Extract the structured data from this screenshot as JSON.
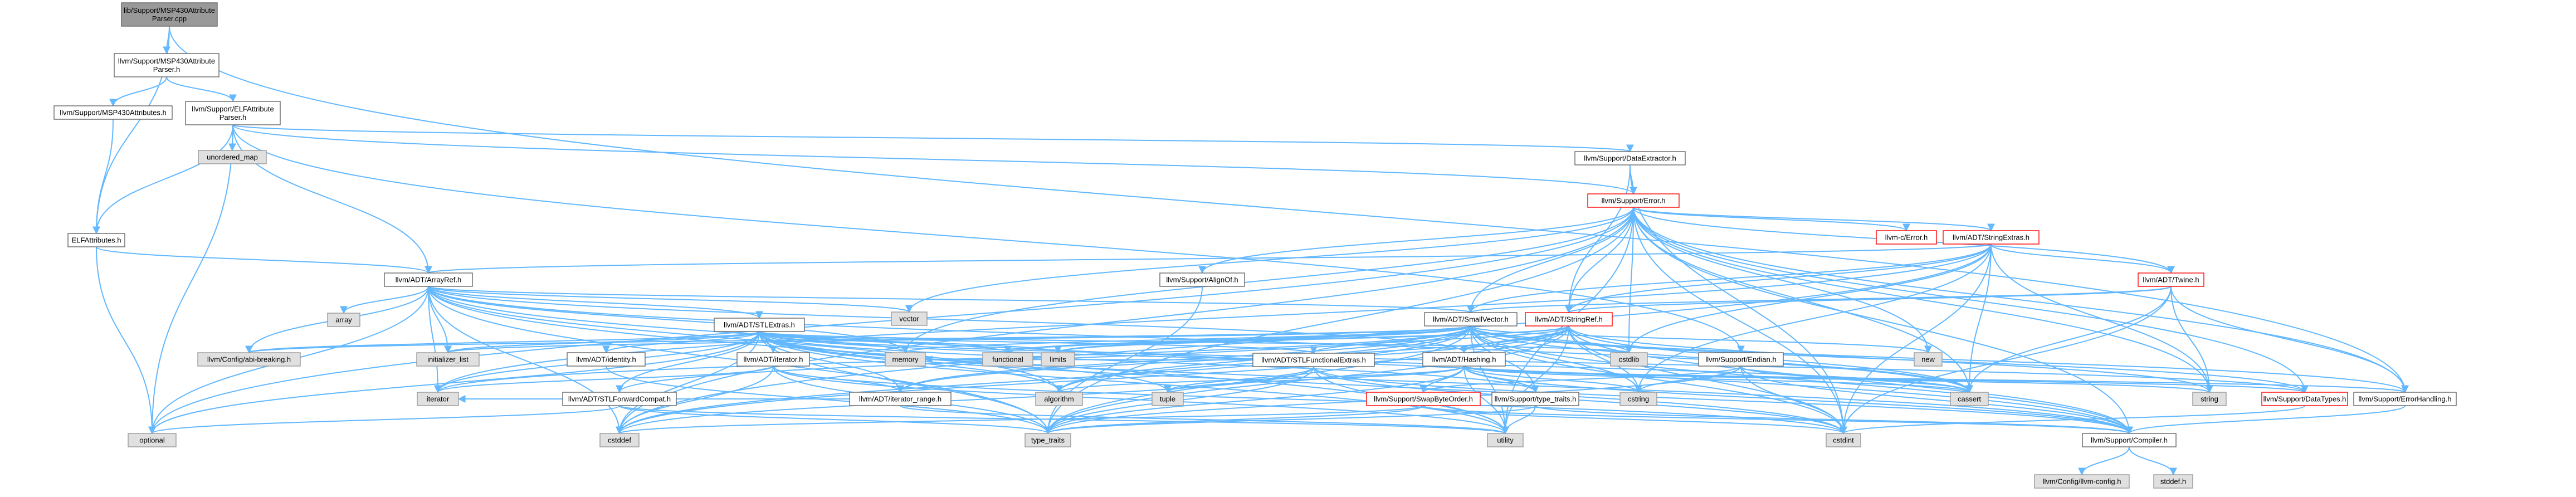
{
  "diagram": {
    "title": "",
    "colors": {
      "edge": "#63b8ff",
      "root_fill": "#999999",
      "root_stroke": "#666666",
      "default_fill": "#ffffff",
      "default_stroke": "#666666",
      "system_fill": "#e0e0e0",
      "system_stroke": "#999999",
      "highlight_stroke": "#ff0000"
    },
    "nodes": [
      {
        "id": "n0",
        "label": "lib/Support/MSP430Attribute\nParser.cpp",
        "kind": "root"
      },
      {
        "id": "n1",
        "label": "llvm/Support/MSP430Attribute\nParser.h",
        "kind": "default"
      },
      {
        "id": "n2",
        "label": "llvm/Support/MSP430Attributes.h",
        "kind": "default"
      },
      {
        "id": "n3",
        "label": "llvm/Support/ELFAttribute\nParser.h",
        "kind": "default"
      },
      {
        "id": "n4",
        "label": "unordered_map",
        "kind": "system"
      },
      {
        "id": "n5",
        "label": "ELFAttributes.h",
        "kind": "default"
      },
      {
        "id": "n6",
        "label": "llvm/Support/DataExtractor.h",
        "kind": "default"
      },
      {
        "id": "n7",
        "label": "llvm/Support/Error.h",
        "kind": "highlight"
      },
      {
        "id": "n8",
        "label": "llvm-c/Error.h",
        "kind": "highlight"
      },
      {
        "id": "n9",
        "label": "llvm/ADT/StringExtras.h",
        "kind": "highlight"
      },
      {
        "id": "n10",
        "label": "llvm/ADT/ArrayRef.h",
        "kind": "default"
      },
      {
        "id": "n11",
        "label": "vector",
        "kind": "system"
      },
      {
        "id": "n12",
        "label": "llvm/Support/AlignOf.h",
        "kind": "default"
      },
      {
        "id": "n13",
        "label": "llvm/ADT/Twine.h",
        "kind": "highlight"
      },
      {
        "id": "n14",
        "label": "array",
        "kind": "system"
      },
      {
        "id": "n15",
        "label": "llvm/ADT/SmallVector.h",
        "kind": "default"
      },
      {
        "id": "n16",
        "label": "llvm/ADT/StringRef.h",
        "kind": "highlight"
      },
      {
        "id": "n17",
        "label": "llvm/ADT/STLExtras.h",
        "kind": "default"
      },
      {
        "id": "n18",
        "label": "llvm/Config/abi-breaking.h",
        "kind": "system"
      },
      {
        "id": "n19",
        "label": "initializer_list",
        "kind": "system"
      },
      {
        "id": "n20",
        "label": "llvm/ADT/identity.h",
        "kind": "default"
      },
      {
        "id": "n21",
        "label": "llvm/ADT/iterator.h",
        "kind": "default"
      },
      {
        "id": "n22",
        "label": "memory",
        "kind": "system"
      },
      {
        "id": "n23",
        "label": "functional",
        "kind": "system"
      },
      {
        "id": "n24",
        "label": "limits",
        "kind": "system"
      },
      {
        "id": "n25",
        "label": "llvm/ADT/STLFunctionalExtras.h",
        "kind": "default"
      },
      {
        "id": "n26",
        "label": "llvm/ADT/Hashing.h",
        "kind": "default"
      },
      {
        "id": "n27",
        "label": "cstdlib",
        "kind": "system"
      },
      {
        "id": "n28",
        "label": "llvm/Support/Endian.h",
        "kind": "default"
      },
      {
        "id": "n29",
        "label": "new",
        "kind": "system"
      },
      {
        "id": "n30",
        "label": "iterator",
        "kind": "system"
      },
      {
        "id": "n31",
        "label": "llvm/ADT/STLForwardCompat.h",
        "kind": "default"
      },
      {
        "id": "n32",
        "label": "algorithm",
        "kind": "system"
      },
      {
        "id": "n33",
        "label": "llvm/ADT/iterator_range.h",
        "kind": "default"
      },
      {
        "id": "n34",
        "label": "tuple",
        "kind": "system"
      },
      {
        "id": "n35",
        "label": "cstring",
        "kind": "system"
      },
      {
        "id": "n36",
        "label": "llvm/Support/SwapByteOrder.h",
        "kind": "highlight"
      },
      {
        "id": "n37",
        "label": "llvm/Support/type_traits.h",
        "kind": "default"
      },
      {
        "id": "n38",
        "label": "cassert",
        "kind": "system"
      },
      {
        "id": "n39",
        "label": "string",
        "kind": "system"
      },
      {
        "id": "n40",
        "label": "llvm/Support/DataTypes.h",
        "kind": "highlight"
      },
      {
        "id": "n41",
        "label": "llvm/Support/ErrorHandling.h",
        "kind": "default"
      },
      {
        "id": "n42",
        "label": "optional",
        "kind": "system"
      },
      {
        "id": "n43",
        "label": "cstddef",
        "kind": "system"
      },
      {
        "id": "n44",
        "label": "type_traits",
        "kind": "system"
      },
      {
        "id": "n45",
        "label": "utility",
        "kind": "system"
      },
      {
        "id": "n46",
        "label": "cstdint",
        "kind": "system"
      },
      {
        "id": "n47",
        "label": "llvm/Support/Compiler.h",
        "kind": "default"
      },
      {
        "id": "n48",
        "label": "llvm/Config/llvm-config.h",
        "kind": "system"
      },
      {
        "id": "n49",
        "label": "stddef.h",
        "kind": "system"
      }
    ],
    "edges": [
      [
        "n0",
        "n1"
      ],
      [
        "n0",
        "n5"
      ],
      [
        "n0",
        "n41"
      ],
      [
        "n1",
        "n2"
      ],
      [
        "n1",
        "n3"
      ],
      [
        "n2",
        "n5"
      ],
      [
        "n3",
        "n4"
      ],
      [
        "n3",
        "n5"
      ],
      [
        "n3",
        "n10"
      ],
      [
        "n3",
        "n6"
      ],
      [
        "n3",
        "n7"
      ],
      [
        "n3",
        "n42"
      ],
      [
        "n3",
        "n28"
      ],
      [
        "n5",
        "n10"
      ],
      [
        "n5",
        "n42"
      ],
      [
        "n6",
        "n7"
      ],
      [
        "n6",
        "n16"
      ],
      [
        "n6",
        "n46"
      ],
      [
        "n7",
        "n8"
      ],
      [
        "n7",
        "n9"
      ],
      [
        "n7",
        "n12"
      ],
      [
        "n7",
        "n13"
      ],
      [
        "n7",
        "n15"
      ],
      [
        "n7",
        "n16"
      ],
      [
        "n7",
        "n11"
      ],
      [
        "n7",
        "n22"
      ],
      [
        "n7",
        "n27"
      ],
      [
        "n7",
        "n29"
      ],
      [
        "n7",
        "n38"
      ],
      [
        "n7",
        "n39"
      ],
      [
        "n7",
        "n41"
      ],
      [
        "n7",
        "n47"
      ],
      [
        "n7",
        "n40"
      ],
      [
        "n7",
        "n44"
      ],
      [
        "n7",
        "n45"
      ],
      [
        "n7",
        "n43"
      ],
      [
        "n7",
        "n42"
      ],
      [
        "n7",
        "n46"
      ],
      [
        "n9",
        "n10"
      ],
      [
        "n9",
        "n13"
      ],
      [
        "n9",
        "n15"
      ],
      [
        "n9",
        "n16"
      ],
      [
        "n9",
        "n30"
      ],
      [
        "n9",
        "n35"
      ],
      [
        "n9",
        "n39"
      ],
      [
        "n9",
        "n38"
      ],
      [
        "n9",
        "n27"
      ],
      [
        "n9",
        "n46"
      ],
      [
        "n9",
        "n43"
      ],
      [
        "n12",
        "n44"
      ],
      [
        "n13",
        "n16"
      ],
      [
        "n13",
        "n15"
      ],
      [
        "n13",
        "n41"
      ],
      [
        "n13",
        "n38"
      ],
      [
        "n13",
        "n39"
      ],
      [
        "n13",
        "n46"
      ],
      [
        "n10",
        "n14"
      ],
      [
        "n10",
        "n11"
      ],
      [
        "n10",
        "n15"
      ],
      [
        "n10",
        "n17"
      ],
      [
        "n10",
        "n18"
      ],
      [
        "n10",
        "n19"
      ],
      [
        "n10",
        "n22"
      ],
      [
        "n10",
        "n30"
      ],
      [
        "n10",
        "n38"
      ],
      [
        "n10",
        "n43"
      ],
      [
        "n10",
        "n44"
      ],
      [
        "n10",
        "n45"
      ],
      [
        "n10",
        "n42"
      ],
      [
        "n10",
        "n32"
      ],
      [
        "n10",
        "n47"
      ],
      [
        "n10",
        "n26"
      ],
      [
        "n15",
        "n18"
      ],
      [
        "n15",
        "n22"
      ],
      [
        "n15",
        "n23"
      ],
      [
        "n15",
        "n24"
      ],
      [
        "n15",
        "n27"
      ],
      [
        "n15",
        "n29"
      ],
      [
        "n15",
        "n30"
      ],
      [
        "n15",
        "n31"
      ],
      [
        "n15",
        "n32"
      ],
      [
        "n15",
        "n33"
      ],
      [
        "n15",
        "n35"
      ],
      [
        "n15",
        "n38"
      ],
      [
        "n15",
        "n40"
      ],
      [
        "n15",
        "n41"
      ],
      [
        "n15",
        "n43"
      ],
      [
        "n15",
        "n44"
      ],
      [
        "n15",
        "n45"
      ],
      [
        "n15",
        "n46"
      ],
      [
        "n15",
        "n19"
      ],
      [
        "n15",
        "n47"
      ],
      [
        "n15",
        "n37"
      ],
      [
        "n16",
        "n25"
      ],
      [
        "n16",
        "n26"
      ],
      [
        "n16",
        "n33"
      ],
      [
        "n16",
        "n24"
      ],
      [
        "n16",
        "n39"
      ],
      [
        "n16",
        "n38"
      ],
      [
        "n16",
        "n35"
      ],
      [
        "n16",
        "n32"
      ],
      [
        "n16",
        "n43"
      ],
      [
        "n16",
        "n44"
      ],
      [
        "n16",
        "n45"
      ],
      [
        "n16",
        "n46"
      ],
      [
        "n16",
        "n47"
      ],
      [
        "n16",
        "n23"
      ],
      [
        "n17",
        "n18"
      ],
      [
        "n17",
        "n19"
      ],
      [
        "n17",
        "n20"
      ],
      [
        "n17",
        "n21"
      ],
      [
        "n17",
        "n22"
      ],
      [
        "n17",
        "n23"
      ],
      [
        "n17",
        "n24"
      ],
      [
        "n17",
        "n25"
      ],
      [
        "n17",
        "n30"
      ],
      [
        "n17",
        "n31"
      ],
      [
        "n17",
        "n32"
      ],
      [
        "n17",
        "n33"
      ],
      [
        "n17",
        "n34"
      ],
      [
        "n17",
        "n38"
      ],
      [
        "n17",
        "n42"
      ],
      [
        "n17",
        "n43"
      ],
      [
        "n17",
        "n44"
      ],
      [
        "n17",
        "n45"
      ],
      [
        "n17",
        "n46"
      ],
      [
        "n17",
        "n27"
      ],
      [
        "n17",
        "n37"
      ],
      [
        "n17",
        "n40"
      ],
      [
        "n17",
        "n47"
      ],
      [
        "n20",
        "n44"
      ],
      [
        "n21",
        "n30"
      ],
      [
        "n21",
        "n33"
      ],
      [
        "n21",
        "n43"
      ],
      [
        "n21",
        "n44"
      ],
      [
        "n21",
        "n45"
      ],
      [
        "n21",
        "n46"
      ],
      [
        "n25",
        "n22"
      ],
      [
        "n25",
        "n44"
      ],
      [
        "n25",
        "n45"
      ],
      [
        "n25",
        "n46"
      ],
      [
        "n25",
        "n47"
      ],
      [
        "n25",
        "n43"
      ],
      [
        "n25",
        "n34"
      ],
      [
        "n26",
        "n36"
      ],
      [
        "n26",
        "n37"
      ],
      [
        "n26",
        "n35"
      ],
      [
        "n26",
        "n39"
      ],
      [
        "n26",
        "n34"
      ],
      [
        "n26",
        "n32"
      ],
      [
        "n26",
        "n38"
      ],
      [
        "n26",
        "n40"
      ],
      [
        "n26",
        "n41"
      ],
      [
        "n26",
        "n44"
      ],
      [
        "n26",
        "n45"
      ],
      [
        "n26",
        "n47"
      ],
      [
        "n28",
        "n36"
      ],
      [
        "n28",
        "n35"
      ],
      [
        "n28",
        "n38"
      ],
      [
        "n28",
        "n46"
      ],
      [
        "n28",
        "n47"
      ],
      [
        "n28",
        "n44"
      ],
      [
        "n31",
        "n42"
      ],
      [
        "n31",
        "n44"
      ],
      [
        "n31",
        "n45"
      ],
      [
        "n33",
        "n30"
      ],
      [
        "n33",
        "n45"
      ],
      [
        "n36",
        "n43"
      ],
      [
        "n36",
        "n44"
      ],
      [
        "n36",
        "n46"
      ],
      [
        "n36",
        "n47"
      ],
      [
        "n37",
        "n44"
      ],
      [
        "n37",
        "n45"
      ],
      [
        "n37",
        "n47"
      ],
      [
        "n40",
        "n46"
      ],
      [
        "n41",
        "n47"
      ],
      [
        "n47",
        "n48"
      ],
      [
        "n47",
        "n49"
      ]
    ]
  }
}
